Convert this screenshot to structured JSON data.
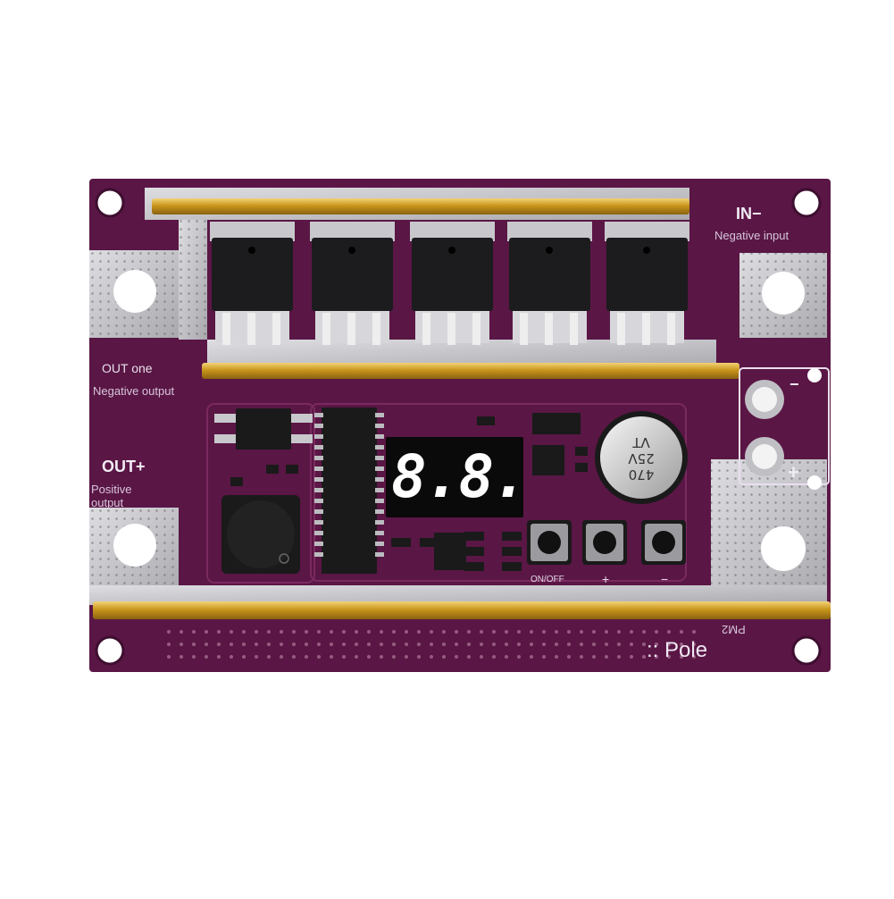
{
  "board": {
    "pcb_color": "#5a1645",
    "silver_color": "#c9c9cc",
    "gold_color": "#c9961c"
  },
  "labels": {
    "in_minus": "IN−",
    "negative_input": "Negative input",
    "out_one": "OUT one",
    "negative_output": "Negative output",
    "out_plus": "OUT+",
    "positive_output": "Positive output",
    "pole": ":: Pole",
    "pole_marking": "PM2",
    "battery_minus": "−",
    "battery_plus": "+"
  },
  "display": {
    "digits": "8.8.",
    "color": "#ffffff"
  },
  "capacitor": {
    "line1": "470",
    "line2": "25V",
    "line3": "VT"
  },
  "buttons": {
    "on_off": "ON/OFF",
    "plus": "+",
    "minus": "−"
  }
}
